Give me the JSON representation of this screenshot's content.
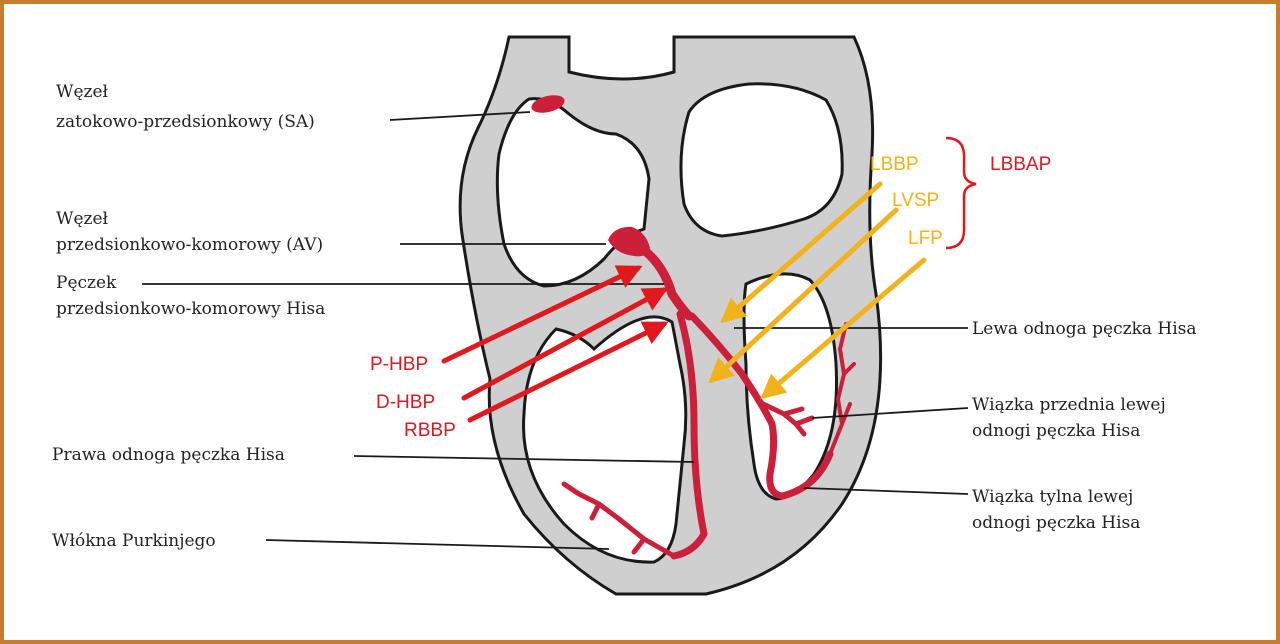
{
  "colors": {
    "heart_wall": "#cfcfcf",
    "wall_outline": "#1a1a1a",
    "conduction": "#cc1f3a",
    "pacing_red": "#e0191f",
    "pacing_orange": "#f1b21c",
    "frame_border": "#c97d2c"
  },
  "labels_left": {
    "sa_line1": "Węzeł",
    "sa_line2": "zatokowo-przedsionkowy (SA)",
    "av_line1": "Węzeł",
    "av_line2": "przedsionkowo-komorowy (AV)",
    "his_line1": "Pęczek",
    "his_line2": "przedsionkowo-komorowy Hisa",
    "right_bundle": "Prawa odnoga pęczka Hisa",
    "purkinje": "Włókna Purkinjego"
  },
  "labels_right": {
    "left_bundle": "Lewa odnoga pęczka Hisa",
    "anterior_line1": "Wiązka przednia lewej",
    "anterior_line2": "odnogi pęczka Hisa",
    "posterior_line1": "Wiązka tylna lewej",
    "posterior_line2": "odnogi pęczka Hisa"
  },
  "pacing_sites": {
    "p_hbp": "P-HBP",
    "d_hbp": "D-HBP",
    "rbbp": "RBBP",
    "lbbp": "LBBP",
    "lvsp": "LVSP",
    "lfp": "LFP",
    "lbbap": "LBBAP"
  }
}
